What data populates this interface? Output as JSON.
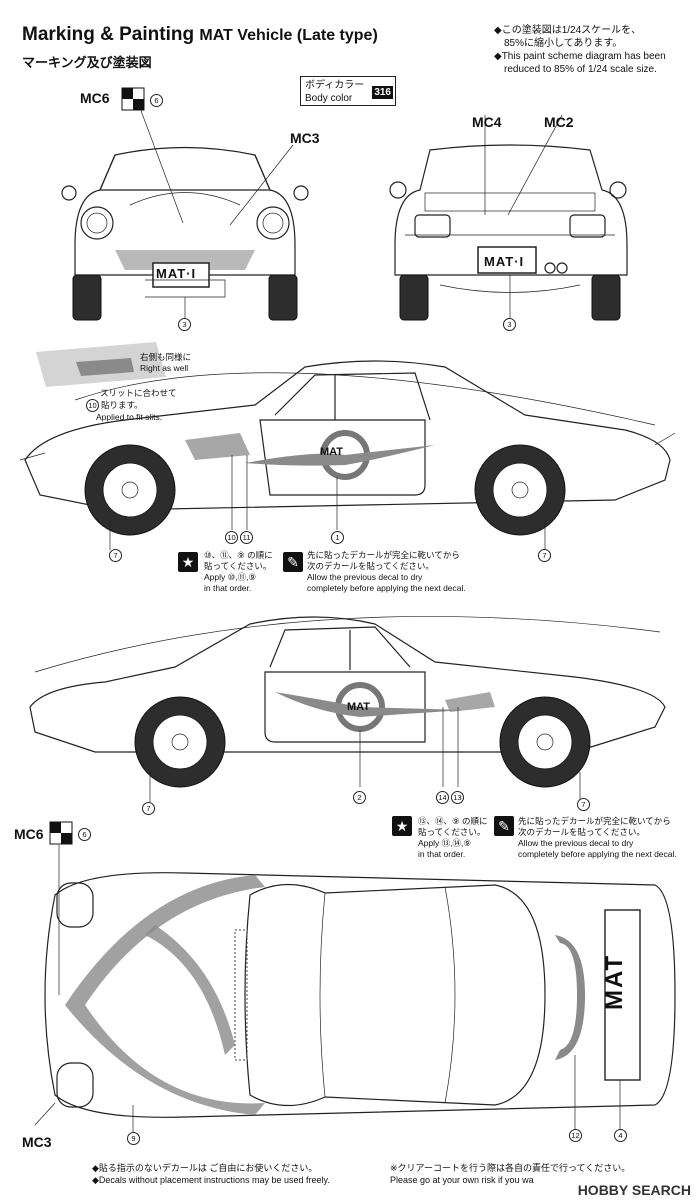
{
  "header": {
    "title": "Marking & Painting",
    "title_sub": "MAT Vehicle (Late type)",
    "subtitle_jp": "マーキング及び塗装図"
  },
  "scale_note": [
    "◆この塗装図は1/24スケールを、",
    "85%に縮小してあります。",
    "◆This paint scheme diagram has been",
    "reduced to 85% of 1/24 scale size."
  ],
  "body_color": {
    "jp": "ボディカラー",
    "en": "Body color",
    "code": "316"
  },
  "labels": {
    "mc6": "MC6",
    "mc3": "MC3",
    "mc4": "MC4",
    "mc2": "MC2",
    "mc6_bottom": "MC6",
    "mc3_bottom": "MC3",
    "plate_front": "MAT·I",
    "plate_rear": "MAT·I",
    "mat_logo": "MAT",
    "roof_text": "MAT"
  },
  "side_notes": {
    "right_same_jp": "右側も同様に",
    "right_same_en": "Right as well",
    "slits_jp_1": "スリットに合わせて",
    "slits_jp_2": "貼ります。",
    "slits_en": "Applied to fit slits."
  },
  "decal_numbers": {
    "n1": "1",
    "n2": "2",
    "n3a": "3",
    "n3b": "3",
    "n4": "4",
    "n6a": "6",
    "n6b": "6",
    "n7a": "7",
    "n7b": "7",
    "n7c": "7",
    "n7d": "7",
    "n9": "9",
    "n10a": "10",
    "n10b": "10",
    "n11": "11",
    "n12": "12",
    "n13": "13",
    "n14": "14"
  },
  "instructions_upper": {
    "order_jp_1": "⑩、⑪、⑨ の順に",
    "order_jp_2": "貼ってください。",
    "order_en_1": "Apply ⑩,⑪,⑨",
    "order_en_2": "in that order.",
    "dry_jp_1": "先に貼ったデカールが完全に乾いてから",
    "dry_jp_2": "次のデカールを貼ってください。",
    "dry_en_1": "Allow the previous decal to dry",
    "dry_en_2": "completely before applying the next decal."
  },
  "instructions_lower": {
    "order_jp_1": "⑬、⑭、⑨ の順に",
    "order_jp_2": "貼ってください。",
    "order_en_1": "Apply ⑬,⑭,⑨",
    "order_en_2": "in that order.",
    "dry_jp_1": "先に貼ったデカールが完全に乾いてから",
    "dry_jp_2": "次のデカールを貼ってください。",
    "dry_en_1": "Allow the previous decal to dry",
    "dry_en_2": "completely before applying the next decal."
  },
  "footer": {
    "left_jp": "◆貼る指示のないデカールは ご自由にお使いください。",
    "left_en": "◆Decals without placement instructions may be used freely.",
    "right_jp": "※クリアーコートを行う際は各自の責任で行ってください。",
    "right_en": "Please go at your own risk if you wa"
  },
  "watermark": "HOBBY SEARCH",
  "icons": [
    "star-icon",
    "brush-icon",
    "checker-flag-icon"
  ]
}
